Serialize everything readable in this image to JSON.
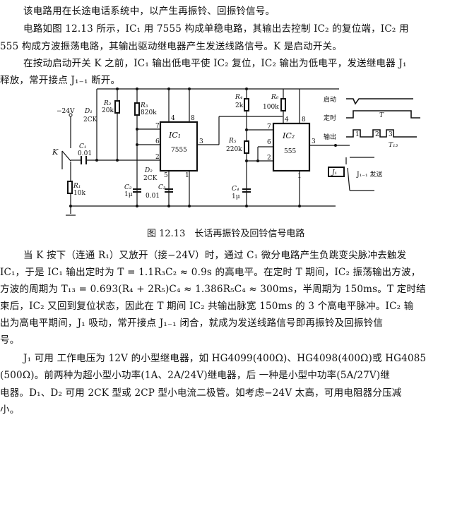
{
  "intro": [
    "该电路用在长途电话系统中，以产生再振铃、回振铃信号。",
    "电路如图 12.13 所示，IC₁ 用 7555 构成单稳电路，其输出去控制 IC₂ 的复位端，IC₂ 用",
    "555 构成方波振荡电路，其输出驱动继电器产生发送线路信号。K 是启动开关。",
    "在按动启动开关 K 之前，IC₁ 输出低电平使 IC₂ 复位，IC₂ 输出为低电平，发送继电器 J₁",
    "释放，常开接点 J₁₋₁ 断开。"
  ],
  "figure": {
    "caption": "图 12.13　长话再振铃及回铃信号电路",
    "supply": "−24V",
    "switch": "K",
    "components": {
      "R1": "R₁",
      "R1v": "10k",
      "R2": "R₂",
      "R2v": "20k",
      "R3": "R₃",
      "R3v": "820k",
      "R4": "R₄",
      "R4v": "2k",
      "R5": "R₅",
      "R5v": "220k",
      "R6": "R₆",
      "R6v": "100k",
      "C1": "C₁",
      "C1v": "0.01",
      "C2": "C₂",
      "C2v": "1μ",
      "C3": "C₃",
      "C3v": "0.01",
      "C4": "C₄",
      "C4v": "1μ",
      "D1": "D₁",
      "D1v": "2CK",
      "D2": "D₂",
      "D2v": "2CK"
    },
    "ic1": {
      "name": "IC₁",
      "part": "7555",
      "pins": [
        "4",
        "8",
        "7",
        "6",
        "2",
        "5",
        "1",
        "3"
      ]
    },
    "ic2": {
      "name": "IC₂",
      "part": "555",
      "pins": [
        "4",
        "8",
        "7",
        "6",
        "2",
        "1",
        "3"
      ]
    },
    "relay": {
      "coil": "J₁",
      "contact": "J₁₋₁ 发送"
    },
    "timing": {
      "start": "启动",
      "timer": "定时",
      "output": "输出",
      "T": "T",
      "T13": "T₁₃",
      "pulses": [
        "1",
        "2",
        "3"
      ]
    }
  },
  "body": [
    "当 K 按下（连通 R₁）又放开（接−24V）时，通过 C₁ 微分电路产生负跳变尖脉冲去触发",
    "IC₁，于是 IC₁ 输出定时为 T = 1.1R₃C₂ ≈ 0.9s 的高电平。在定时 T 期间，IC₂ 振荡输出方波，",
    "方波的周期为 T₁₃ = 0.693(R₄ + 2R₅)C₄ ≈ 1.386R₅C₄ ≈ 300ms，半周期为 150ms。T 定时结",
    "束后，IC₂ 又回到复位状态，因此在 T 期间 IC₂ 共输出脉宽 150ms 的 3 个高电平脉冲。IC₂ 输",
    "出为高电平期间，J₁ 吸动，常开接点 J₁₋₁ 闭合，就成为发送线路信号即再振铃及回振铃信",
    "号。",
    "J₁ 可用 工作电压为 12V 的小型继电器，如 HG4099(400Ω)、HG4098(400Ω)或 HG4085",
    "(500Ω)。前两种为超小型小功率(1A、2A/24V)继电器，后 一种是小型中功率(5A/27V)继",
    "电器。D₁、D₂ 可用 2CK 型或 2CP 型小电流二极管。如考虑−24V 太高，可用电阻器分压减",
    "小。"
  ]
}
